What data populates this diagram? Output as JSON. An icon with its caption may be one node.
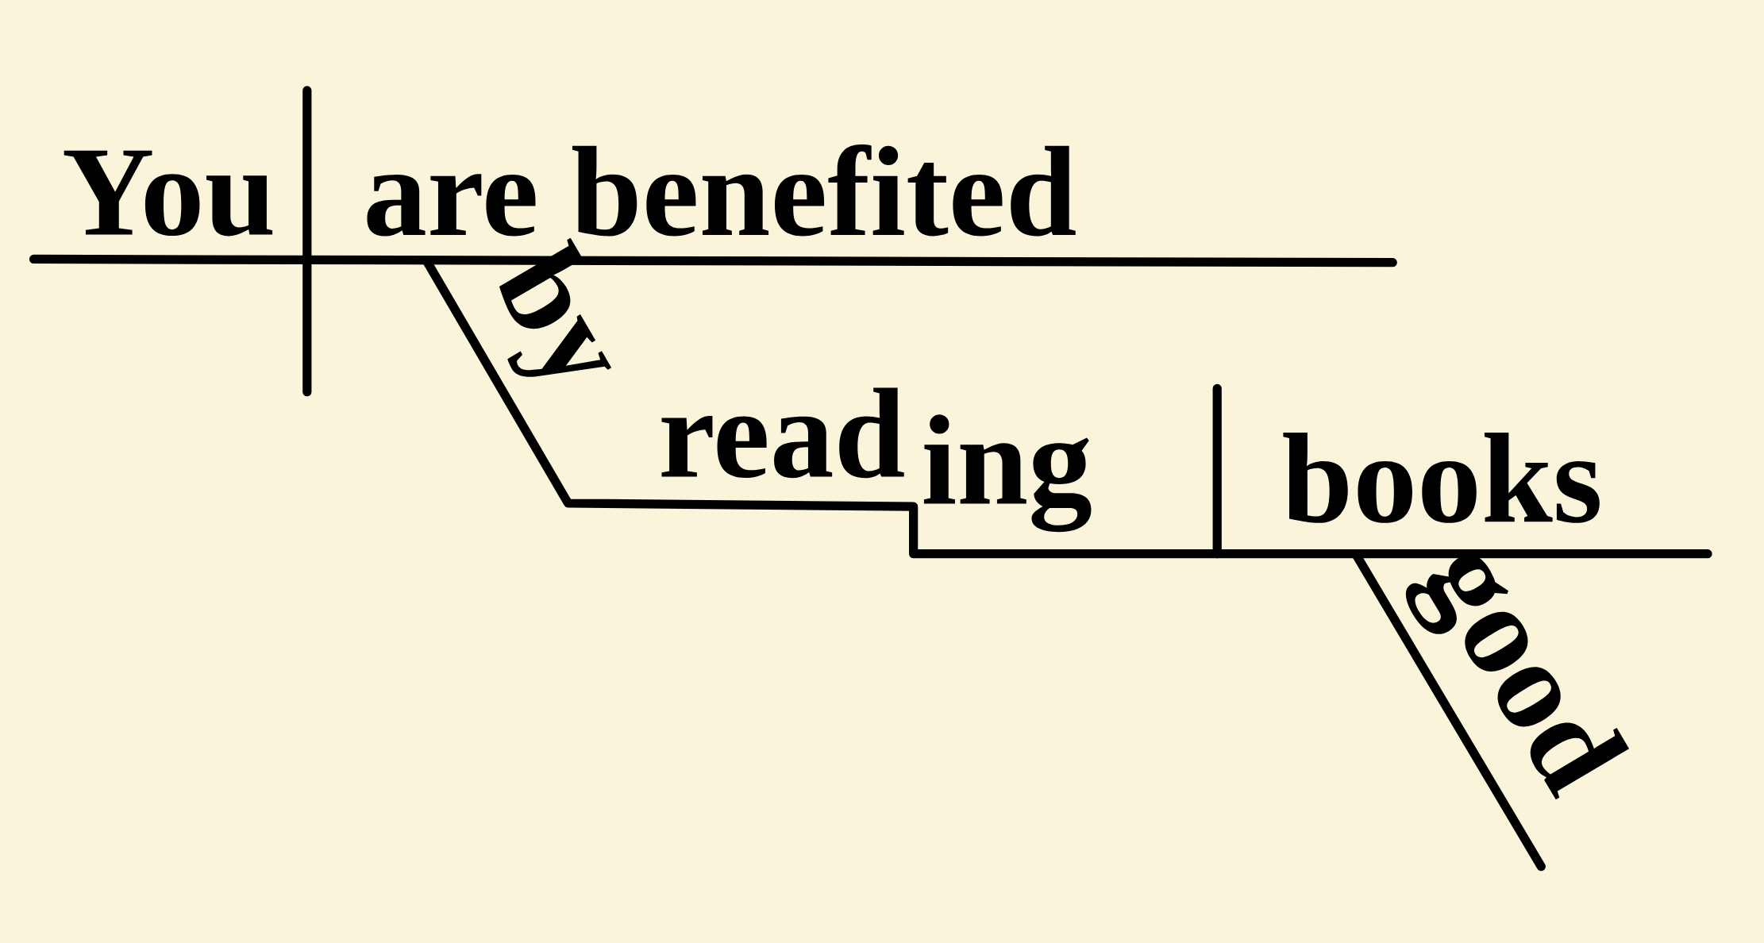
{
  "diagram": {
    "labels": [
      "You",
      "are benefited",
      "by",
      "read",
      "ing",
      "books",
      "good"
    ]
  }
}
